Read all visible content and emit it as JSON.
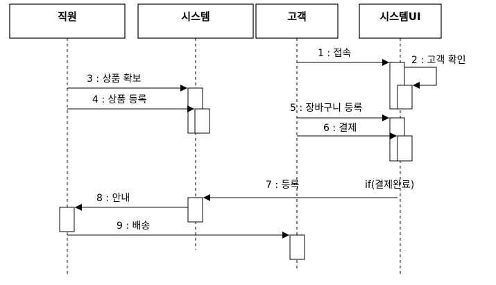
{
  "participants": [
    {
      "id": "staff",
      "label": "직원"
    },
    {
      "id": "system",
      "label": "시스템"
    },
    {
      "id": "customer",
      "label": "고객"
    },
    {
      "id": "system_ui",
      "label": "시스템UI"
    }
  ],
  "messages": [
    {
      "id": "m1",
      "label": "1 : 접속",
      "from": "customer",
      "to": "system_ui"
    },
    {
      "id": "m2",
      "label": "2 : 고객 확인",
      "from": "system_ui",
      "to": "system_ui"
    },
    {
      "id": "m3",
      "label": "3 : 상품 확보",
      "from": "staff",
      "to": "system"
    },
    {
      "id": "m4",
      "label": "4 : 상품 등록",
      "from": "staff",
      "to": "system"
    },
    {
      "id": "m5",
      "label": "5 : 장바구니 등록",
      "from": "customer",
      "to": "system_ui"
    },
    {
      "id": "m6",
      "label": "6 : 결제",
      "from": "customer",
      "to": "system_ui"
    },
    {
      "id": "m7",
      "label": "7 : 등록",
      "from": "system_ui",
      "to": "system"
    },
    {
      "id": "m8",
      "label": "8 : 안내",
      "from": "system",
      "to": "staff"
    },
    {
      "id": "m9",
      "label": "9 : 배송",
      "from": "staff",
      "to": "customer"
    }
  ],
  "guard": {
    "label": "if(결제완료)"
  }
}
